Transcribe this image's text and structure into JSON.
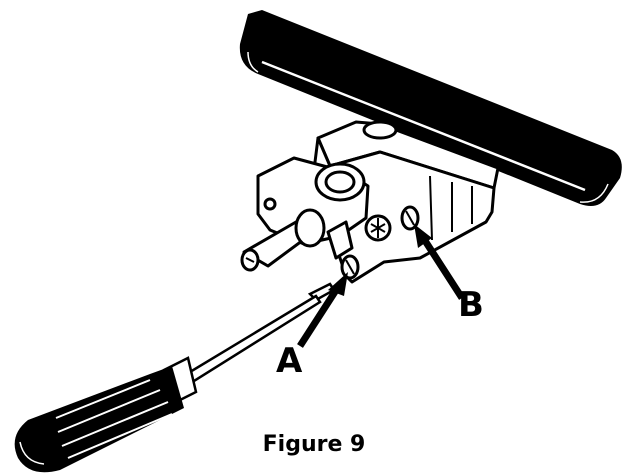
{
  "figure": {
    "caption": "Figure 9",
    "callouts": {
      "a": "A",
      "b": "B"
    }
  },
  "colors": {
    "ink": "#000000",
    "paper": "#ffffff",
    "rail_highlight": "#ffffff"
  }
}
